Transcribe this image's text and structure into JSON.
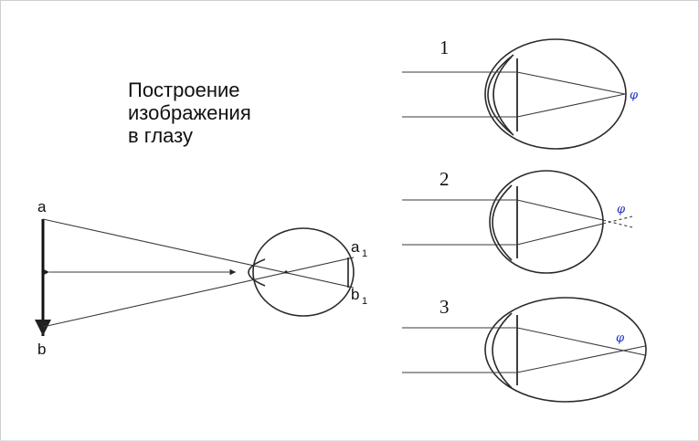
{
  "title": {
    "line1": "Построение",
    "line2": "изображения",
    "line3": "в глазу"
  },
  "object_diagram": {
    "point_top": "a",
    "point_bottom": "b",
    "image_top": "a",
    "image_top_sub": "1",
    "image_bottom": "b",
    "image_bottom_sub": "1"
  },
  "cases": [
    {
      "number": "1",
      "focus_label": "φ"
    },
    {
      "number": "2",
      "focus_label": "φ"
    },
    {
      "number": "3",
      "focus_label": "φ"
    }
  ],
  "colors": {
    "focus_label": "#1f2fbf",
    "lines": "#3a3a3a"
  }
}
